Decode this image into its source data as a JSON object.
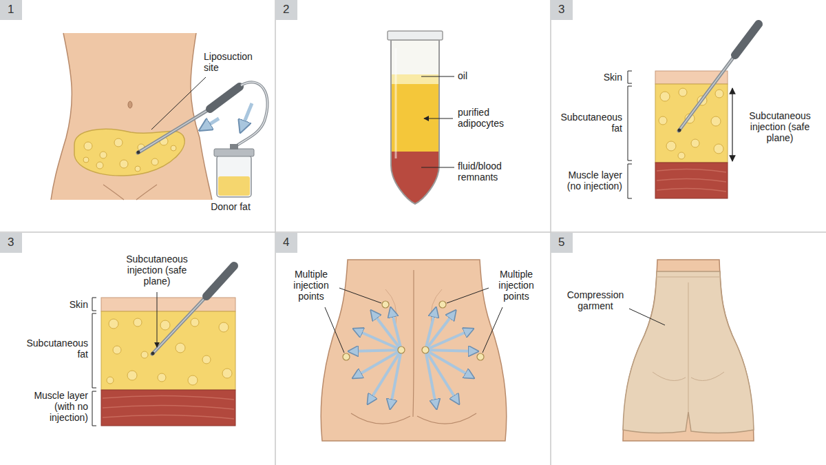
{
  "diagram": {
    "nodes": [
      {
        "text": [
          "1"
        ]
      },
      {
        "text": [
          "2"
        ]
      },
      {
        "text": [
          "3"
        ]
      },
      {
        "text": [
          "3"
        ]
      },
      {
        "text": [
          "4"
        ]
      },
      {
        "text": [
          "5"
        ]
      }
    ],
    "labels": [
      "Liposuction site",
      "Donor fat",
      "oil",
      "purified adipocytes",
      "fluid/blood remnants",
      "Skin",
      "Subcutaneous fat",
      "Muscle layer (no injection)",
      "Subcutaneous injection (safe plane)",
      "Subcutaneous injection (safe plane)",
      "Skin",
      "Subcutaneous fat",
      "Muscle layer (with no injection)",
      "Multiple injection points",
      "Multiple injection points",
      "Compression garment"
    ]
  }
}
